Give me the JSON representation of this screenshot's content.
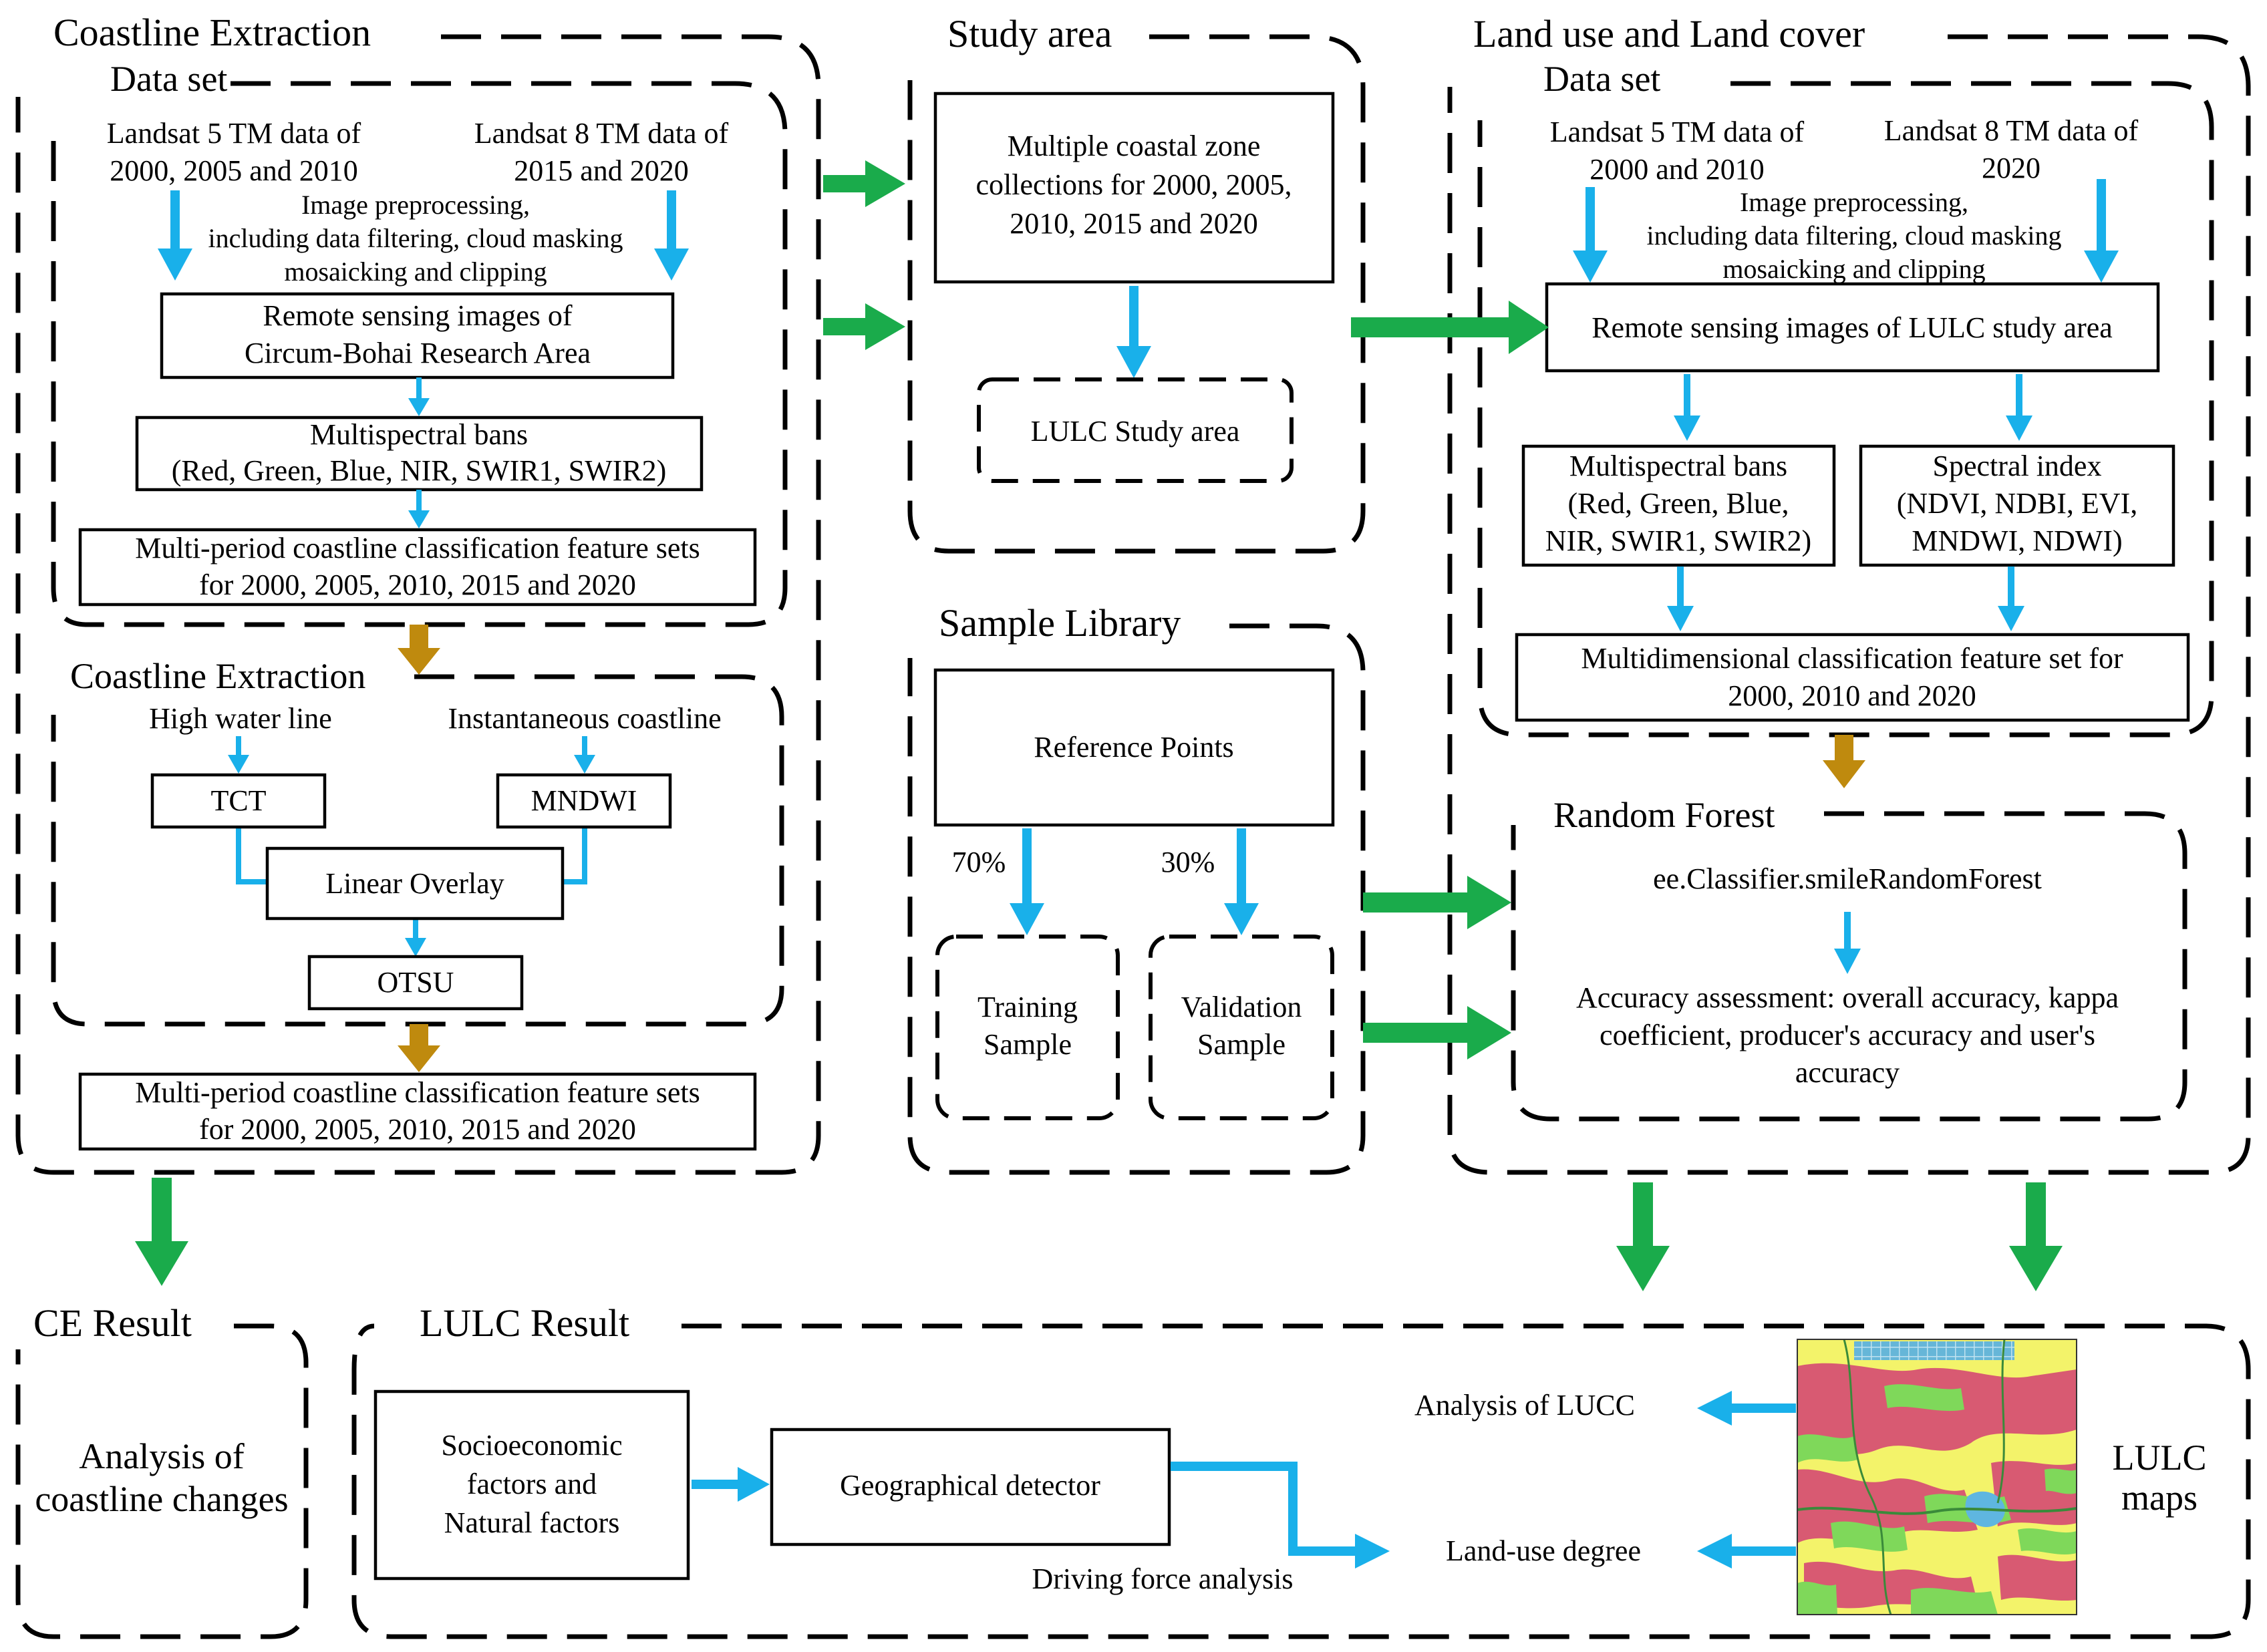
{
  "left": {
    "title": "Coastline Extraction",
    "dataset": {
      "title": "Data set",
      "src1": [
        "Landsat 5 TM data of",
        "2000, 2005 and 2010"
      ],
      "src2": [
        "Landsat 8 TM data of",
        "2015 and 2020"
      ],
      "preproc": [
        "Image preprocessing,",
        "including data filtering, cloud masking",
        "mosaicking and clipping"
      ],
      "rs": [
        "Remote sensing images of",
        "Circum-Bohai  Research Area"
      ],
      "bands": [
        "Multispectral bans",
        "(Red, Green, Blue, NIR, SWIR1, SWIR2)"
      ],
      "features": [
        "Multi-period coastline classification feature sets",
        "for 2000, 2005, 2010, 2015 and 2020"
      ]
    },
    "extraction": {
      "title": "Coastline Extraction",
      "hwl": "High water line",
      "inst": "Instantaneous coastline",
      "tct": "TCT",
      "mndwi": "MNDWI",
      "overlay": "Linear Overlay",
      "otsu": "OTSU"
    },
    "output": [
      "Multi-period coastline classification feature sets",
      "for 2000, 2005, 2010, 2015 and 2020"
    ]
  },
  "study": {
    "title": "Study area",
    "collections": [
      "Multiple coastal zone",
      "collections for 2000, 2005,",
      "2010, 2015 and 2020"
    ],
    "lulc_area": "LULC Study area"
  },
  "sample": {
    "title": "Sample Library",
    "ref": "Reference Points",
    "pct_train": "70%",
    "pct_val": "30%",
    "train": [
      "Training",
      "Sample"
    ],
    "val": [
      "Validation",
      "Sample"
    ]
  },
  "right": {
    "title": "Land use and Land cover",
    "dataset": {
      "title": "Data set",
      "src1": [
        "Landsat 5 TM data of",
        "2000 and 2010"
      ],
      "src2": [
        "Landsat 8 TM data of",
        "2020"
      ],
      "preproc": [
        "Image preprocessing,",
        "including data filtering, cloud masking",
        "mosaicking and clipping"
      ],
      "rs": "Remote sensing images of LULC study area",
      "bands": [
        "Multispectral bans",
        "(Red, Green, Blue,",
        "NIR, SWIR1, SWIR2)"
      ],
      "index": [
        "Spectral index",
        "(NDVI, NDBI, EVI,",
        "MNDWI, NDWI)"
      ],
      "multi": [
        "Multidimensional classification feature set for",
        "2000, 2010 and 2020"
      ]
    },
    "rf": {
      "title": "Random Forest",
      "classifier": "ee.Classifier.smileRandomForest",
      "accuracy": [
        "Accuracy assessment: overall accuracy, kappa",
        "coefficient, producer's accuracy and user's",
        "accuracy"
      ]
    }
  },
  "ce_result": {
    "title": "CE Result",
    "text": [
      "Analysis of",
      "coastline changes"
    ]
  },
  "lulc_result": {
    "title": "LULC Result",
    "factors": [
      "Socioeconomic",
      "factors and",
      "Natural factors"
    ],
    "geo": "Geographical detector",
    "driving": "Driving force analysis",
    "lucc": "Analysis of LUCC",
    "degree": "Land-use degree",
    "maps": [
      "LULC",
      "maps"
    ]
  },
  "colors": {
    "blue_arrow": "#19b0ea",
    "green_arrow": "#1aab4b",
    "gold_arrow": "#bf8a0e",
    "map_red": "#d85a72",
    "map_yellow": "#f3f36a",
    "map_green": "#7fd85a",
    "map_water": "#5fb6e0"
  }
}
